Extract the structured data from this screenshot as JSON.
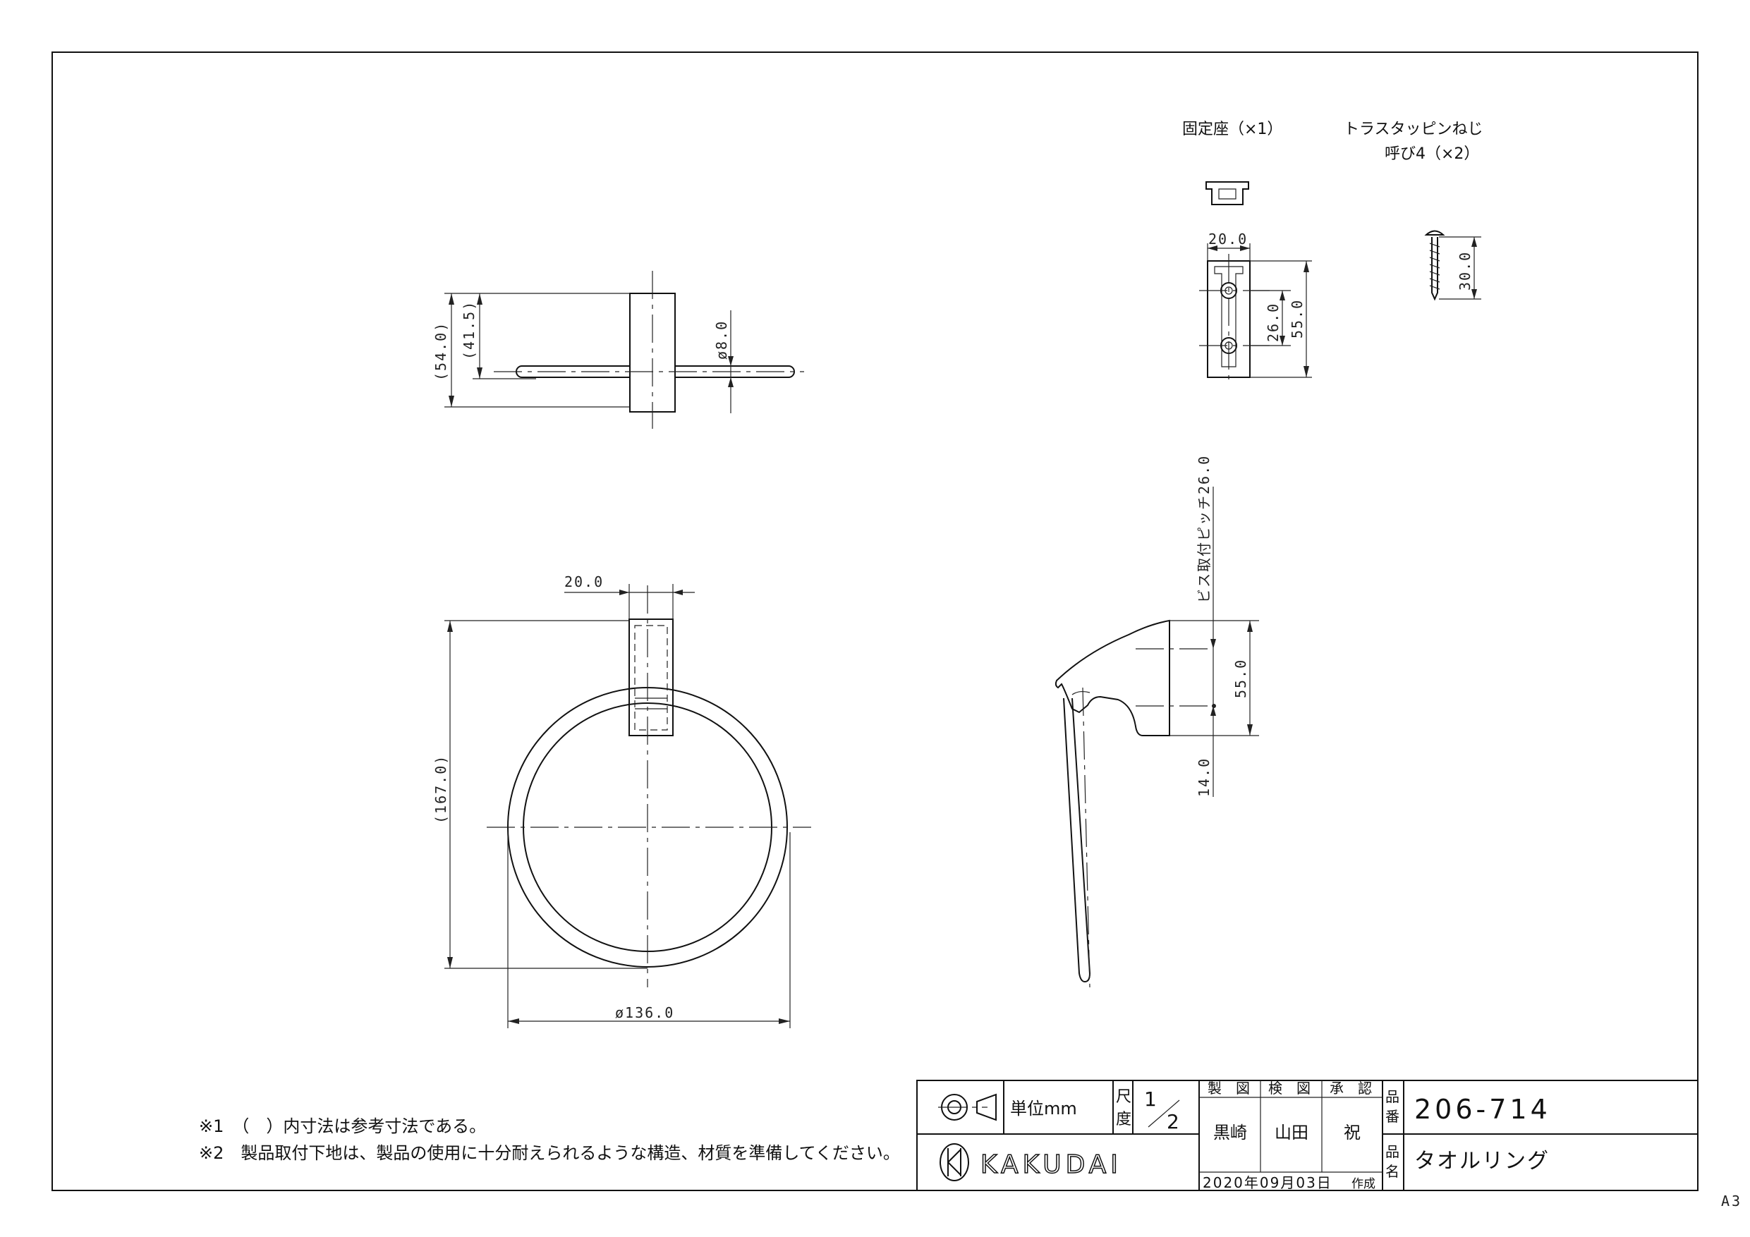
{
  "parts": {
    "seat_label": "固定座（×1）",
    "screw_label_1": "トラスタッピンねじ",
    "screw_label_2": "呼び4（×2）"
  },
  "dimensions": {
    "top_54": "(54.0)",
    "top_41_5": "(41.5)",
    "top_phi8": "ø8.0",
    "front_20": "20.0",
    "front_167": "(167.0)",
    "front_phi136": "ø136.0",
    "side_pitch": "ビス取付ピッチ26.0",
    "side_55": "55.0",
    "side_14": "14.0",
    "seat_20": "20.0",
    "seat_26": "26.0",
    "seat_55": "55.0",
    "screw_30": "30.0"
  },
  "notes": [
    "※1　（　）内寸法は参考寸法である。",
    "※2　製品取付下地は、製品の使用に十分耐えられるような構造、材質を準備してください。"
  ],
  "title_block": {
    "unit_label": "単位mm",
    "scale_label_1": "尺",
    "scale_label_2": "度",
    "scale_num": "1",
    "scale_den": "2",
    "h_made": "製　図",
    "h_check": "検　図",
    "h_approve": "承　認",
    "name_made": "黒崎",
    "name_check": "山田",
    "name_approve": "祝",
    "logo_text": "KAKUDAI",
    "date": "2020年09月03日",
    "date_suffix": "作成",
    "part_no_label_1": "品",
    "part_no_label_2": "番",
    "part_no": "206-714",
    "part_name_label_1": "品",
    "part_name_label_2": "名",
    "part_name": "タオルリング"
  },
  "sheet_size": "A3"
}
